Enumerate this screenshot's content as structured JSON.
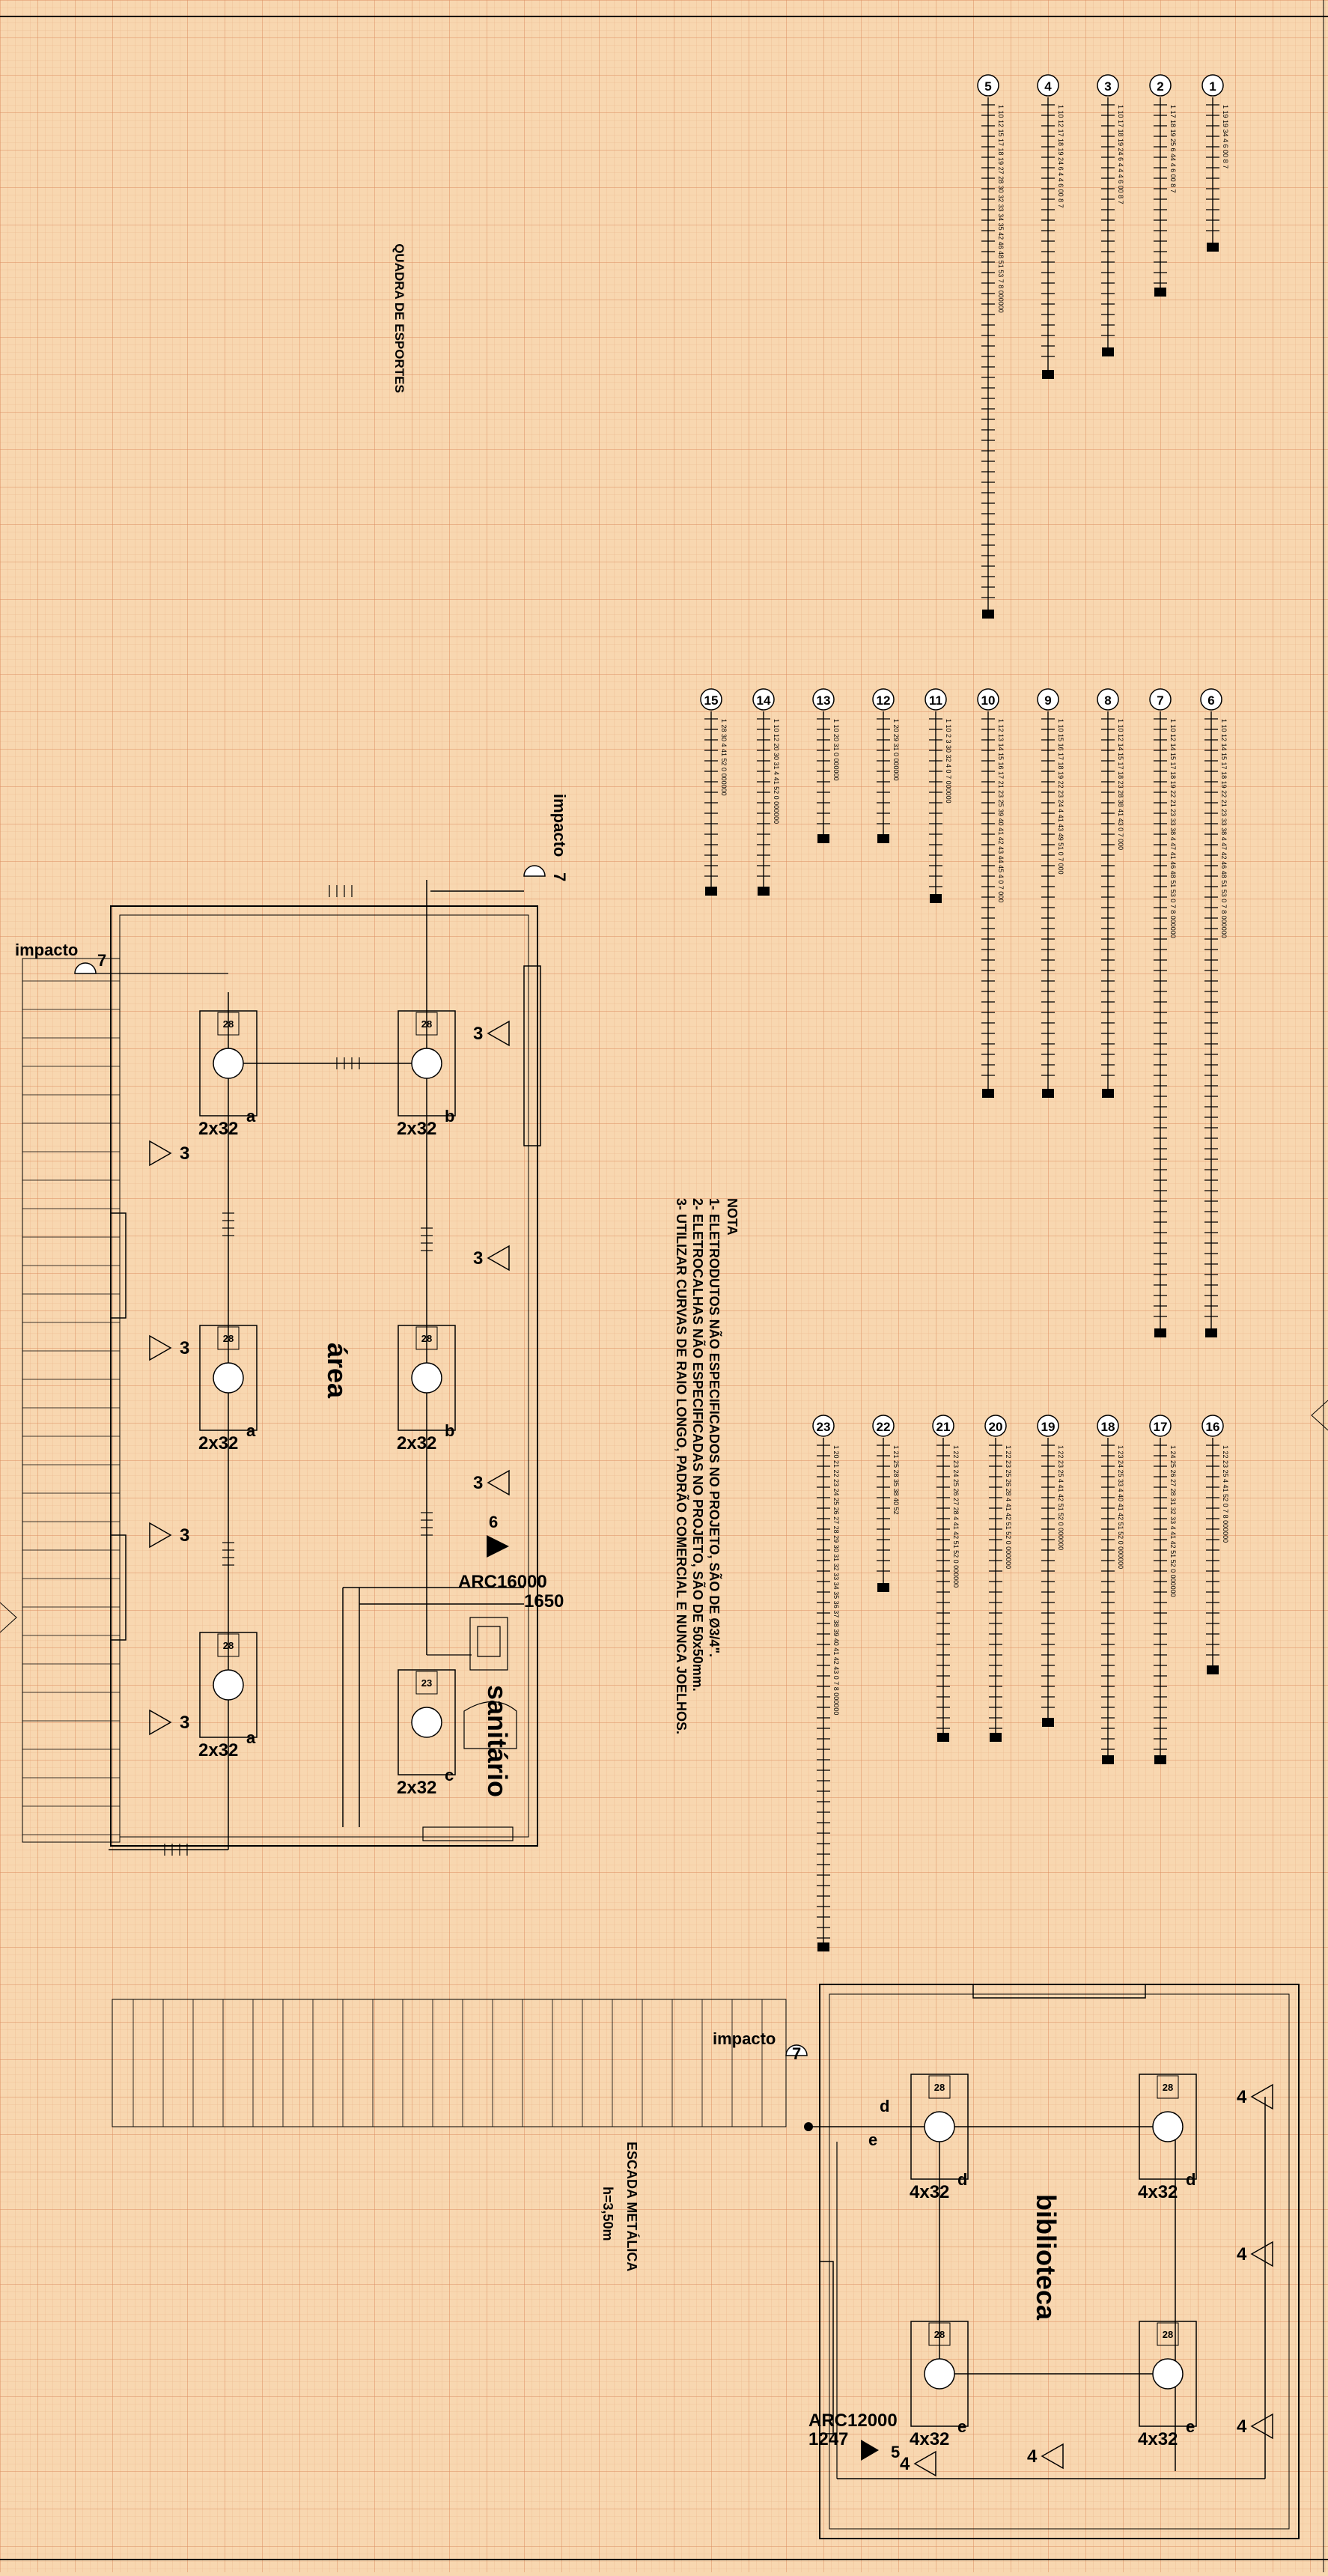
{
  "colors": {
    "paper": "#f8d7b0",
    "grid_minor": "#e9b38a",
    "grid_major": "#dc8e60",
    "ink": "#000000"
  },
  "circuit_labels": [
    "1",
    "2",
    "3",
    "4",
    "5",
    "6",
    "7",
    "8",
    "9",
    "10",
    "11",
    "12",
    "13",
    "14",
    "15",
    "16",
    "17",
    "18",
    "19",
    "20",
    "21",
    "22",
    "23"
  ],
  "labels": {
    "quadra": "QUADRA DE ESPORTES",
    "area": "área",
    "sanitario": "sanitário",
    "biblioteca": "biblioteca",
    "escada": "ESCADA METÁLICA",
    "escada_h": "h=3,50m",
    "impacto": "impacto",
    "arc16000": "ARC16000",
    "arc16000_sub": "1650",
    "arc12000": "ARC12000",
    "arc12000_sub": "1247",
    "lum_power": "2x32",
    "lum_power_4": "4x32",
    "lum_code": "28",
    "lum_code_23": "23"
  },
  "notes": {
    "title": "NOTA",
    "lines": [
      "1- ELETRODUTOS NÃO ESPECIFICADOS NO PROJETO, SÃO DE Ø3/4\".",
      "2- ELETROCALHAS NÃO ESPECIFICADAS NO PROJETO, SÃO DE 50x50mm.",
      "3- UTILIZAR CURVAS DE RAIO LONGO, PADRÃO COMERCIAL E NUNCA JOELHOS."
    ]
  },
  "cable_tags": {
    "c1": "1 19 19 34 4 6 00 8 7",
    "c2": "1 17 18 19 25 6 44 4 6 00 8 7",
    "c3": "1 10 17 18 19 24 6 4 4 4 6 00 8 7",
    "c4": "1 10 12 17 18 19 24 6 4 4 6 00 8 7",
    "c5": "1 10 12 15 17 18 19 27 28 30 32 33 34 35 42 46 48 51 53 7 8 000000",
    "c6": "1 10 12 14 15 17 18 19 22 21 23 33 38 4 47 42 46 48 51 53 0 7 8 000000",
    "c7": "1 10 12 14 15 17 18 19 22 21 23 33 38 4 47 41 46 48 51 53 0 7 8 000000",
    "c8": "1 10 12 14 15 17 18 23 28 38 41 43 0 7 000",
    "c9": "1 10 15 16 17 18 19 22 23 24 4 41 43 49 51 0 7 000",
    "c10": "1 12 13 14 15 16 17 21 23 25 39 40 41 42 43 44 45 4 0 7 000",
    "c11": "1 10 2 3 30 32 4 0 7 000000",
    "c12": "1 20 29 31 0 000000",
    "c13": "1 10 20 31 0 000000",
    "c14": "1 10 12 20 30 31 4 41 52 0 000000",
    "c15": "1 28 30 4 41 52 0 000000",
    "c16": "1 22 23 25 4 41 52 0 7 8 000000",
    "c17": "1 24 25 26 27 28 31 32 33 4 41 42 51 52 0 000000",
    "c18": "1 23 24 25 33 4 40 41 42 51 52 0 000000",
    "c19": "1 22 23 25 4 41 42 51 52 0 000000",
    "c20": "1 22 23 25 26 28 4 41 42 51 52 0 000000",
    "c21": "1 22 23 24 25 26 27 28 4 41 42 51 52 0 000000",
    "c22": "1 21 25 28 35 38 40 52",
    "c23": "1 20 21 22 23 24 25 26 27 28 29 30 31 32 33 34 35 36 37 38 39 40 41 42 43 0 7 8 000000"
  }
}
